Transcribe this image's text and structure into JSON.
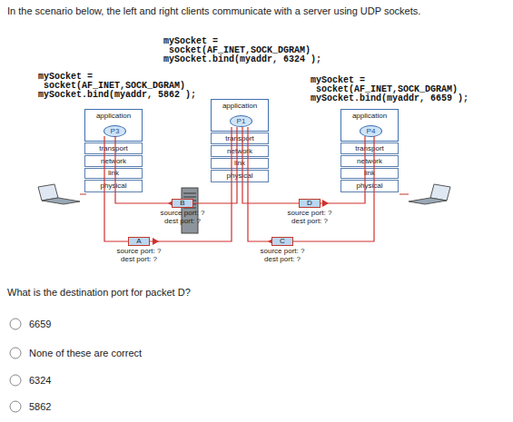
{
  "diagram": {
    "title": "In the scenario below, the left and right clients communicate with a server using UDP sockets.",
    "nodes": [
      {
        "text": [
          "application"
        ]
      },
      {
        "text": [
          "P3"
        ],
        "in": 0
      },
      {
        "text": [
          "transport"
        ]
      },
      {
        "text": [
          "network"
        ]
      },
      {
        "text": [
          "link"
        ]
      },
      {
        "text": [
          "physical"
        ]
      },
      {
        "text": [
          "application"
        ]
      },
      {
        "text": [
          "P1"
        ],
        "in": 6
      },
      {
        "text": [
          "transport"
        ]
      },
      {
        "text": [
          "network"
        ]
      },
      {
        "text": [
          "link"
        ]
      },
      {
        "text": [
          "physical"
        ]
      },
      {
        "text": [
          "application"
        ]
      },
      {
        "text": [
          "P4"
        ],
        "in": 12
      },
      {
        "text": [
          "transport"
        ]
      },
      {
        "text": [
          "network"
        ]
      },
      {
        "text": [
          "link"
        ]
      },
      {
        "text": [
          "physical"
        ]
      },
      {
        "text": [
          "B",
          "source port: ?",
          "dest port: ?"
        ]
      },
      {
        "text": [
          "D",
          "source port: ?",
          "dest port: ?"
        ]
      },
      {
        "text": [
          "A",
          "source port: ?",
          "dest port: ?"
        ]
      },
      {
        "text": [
          "C",
          "source port: ?",
          "dest port: ?"
        ]
      }
    ],
    "labels": [
      "mySocket =",
      "socket(AF_INET,SOCK_DGRAM)",
      "mySocket.bind(myaddr, 6324 );",
      "mySocket =",
      "socket(AF_INET,SOCK_DGRAM)",
      "mySocket.bind(myaddr, 5862 );",
      "mySocket =",
      "socket(AF_INET,SOCK_DGRAM)",
      "mySocket.bind(myaddr, 6659 );",
      "What is the destination port for packet D?",
      "6659",
      "None of these are correct",
      "6324",
      "5862"
    ]
  }
}
